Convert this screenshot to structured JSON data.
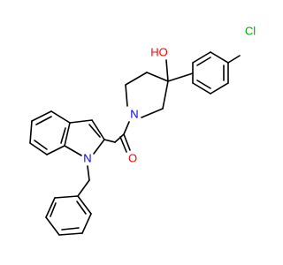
{
  "molecule": {
    "atoms": {
      "oh": "HO",
      "cl": "Cl",
      "n_piperidine": "N",
      "o_carbonyl": "O",
      "n_indole": "N"
    },
    "colors": {
      "bond": "#000000",
      "oxygen": "#ff0000",
      "nitrogen": "#0000ff",
      "chlorine": "#00aa00",
      "hydrogen_label": "#000000"
    }
  }
}
